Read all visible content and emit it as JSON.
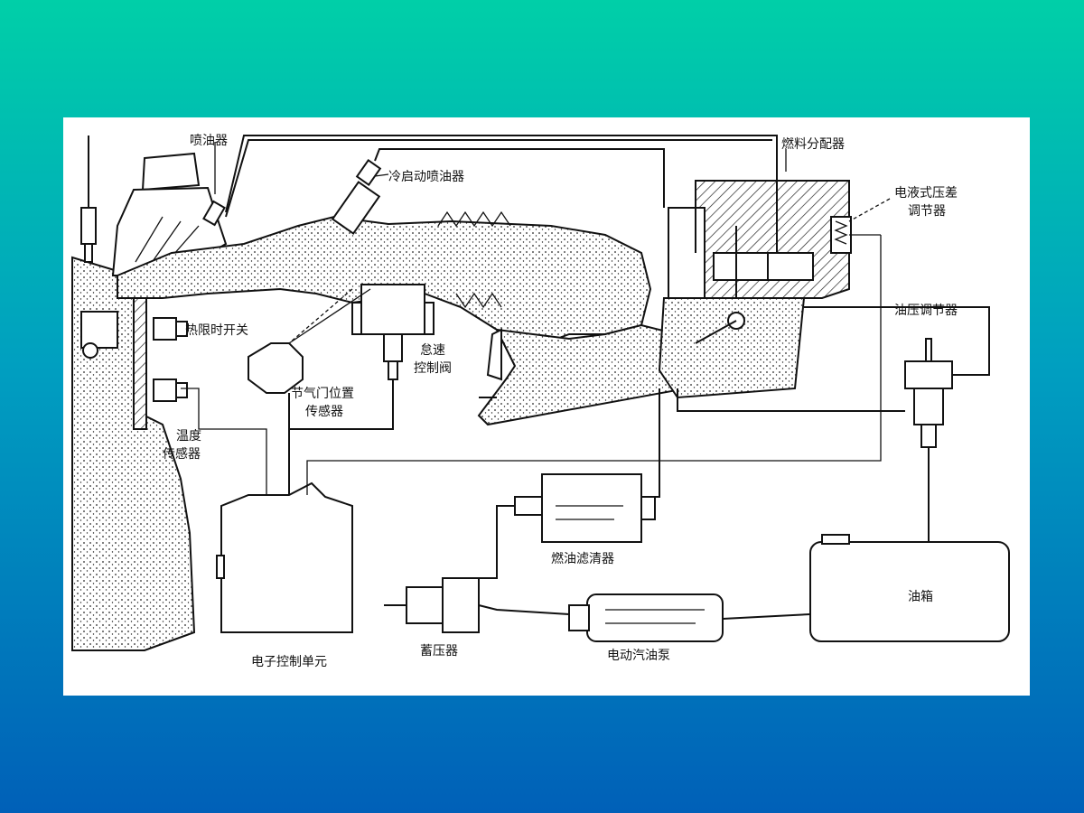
{
  "labels": {
    "injector": "喷油器",
    "cold_start_injector": "冷启动喷油器",
    "fuel_distributor": "燃料分配器",
    "diff_pressure_regulator_l1": "电液式压差",
    "diff_pressure_regulator_l2": "调节器",
    "pressure_regulator": "油压调节器",
    "thermo_time_switch": "热限时开关",
    "idle_valve_l1": "怠速",
    "idle_valve_l2": "控制阀",
    "throttle_sensor_l1": "节气门位置",
    "throttle_sensor_l2": "传感器",
    "temp_sensor_l1": "温度",
    "temp_sensor_l2": "传感器",
    "fuel_filter": "燃油滤清器",
    "fuel_tank": "油箱",
    "accumulator": "蓄压器",
    "electric_pump": "电动汽油泵",
    "ecu": "电子控制单元"
  },
  "colors": {
    "background_top": "#00cfa8",
    "background_bottom": "#0060b8",
    "panel": "#ffffff",
    "ink": "#111111"
  }
}
